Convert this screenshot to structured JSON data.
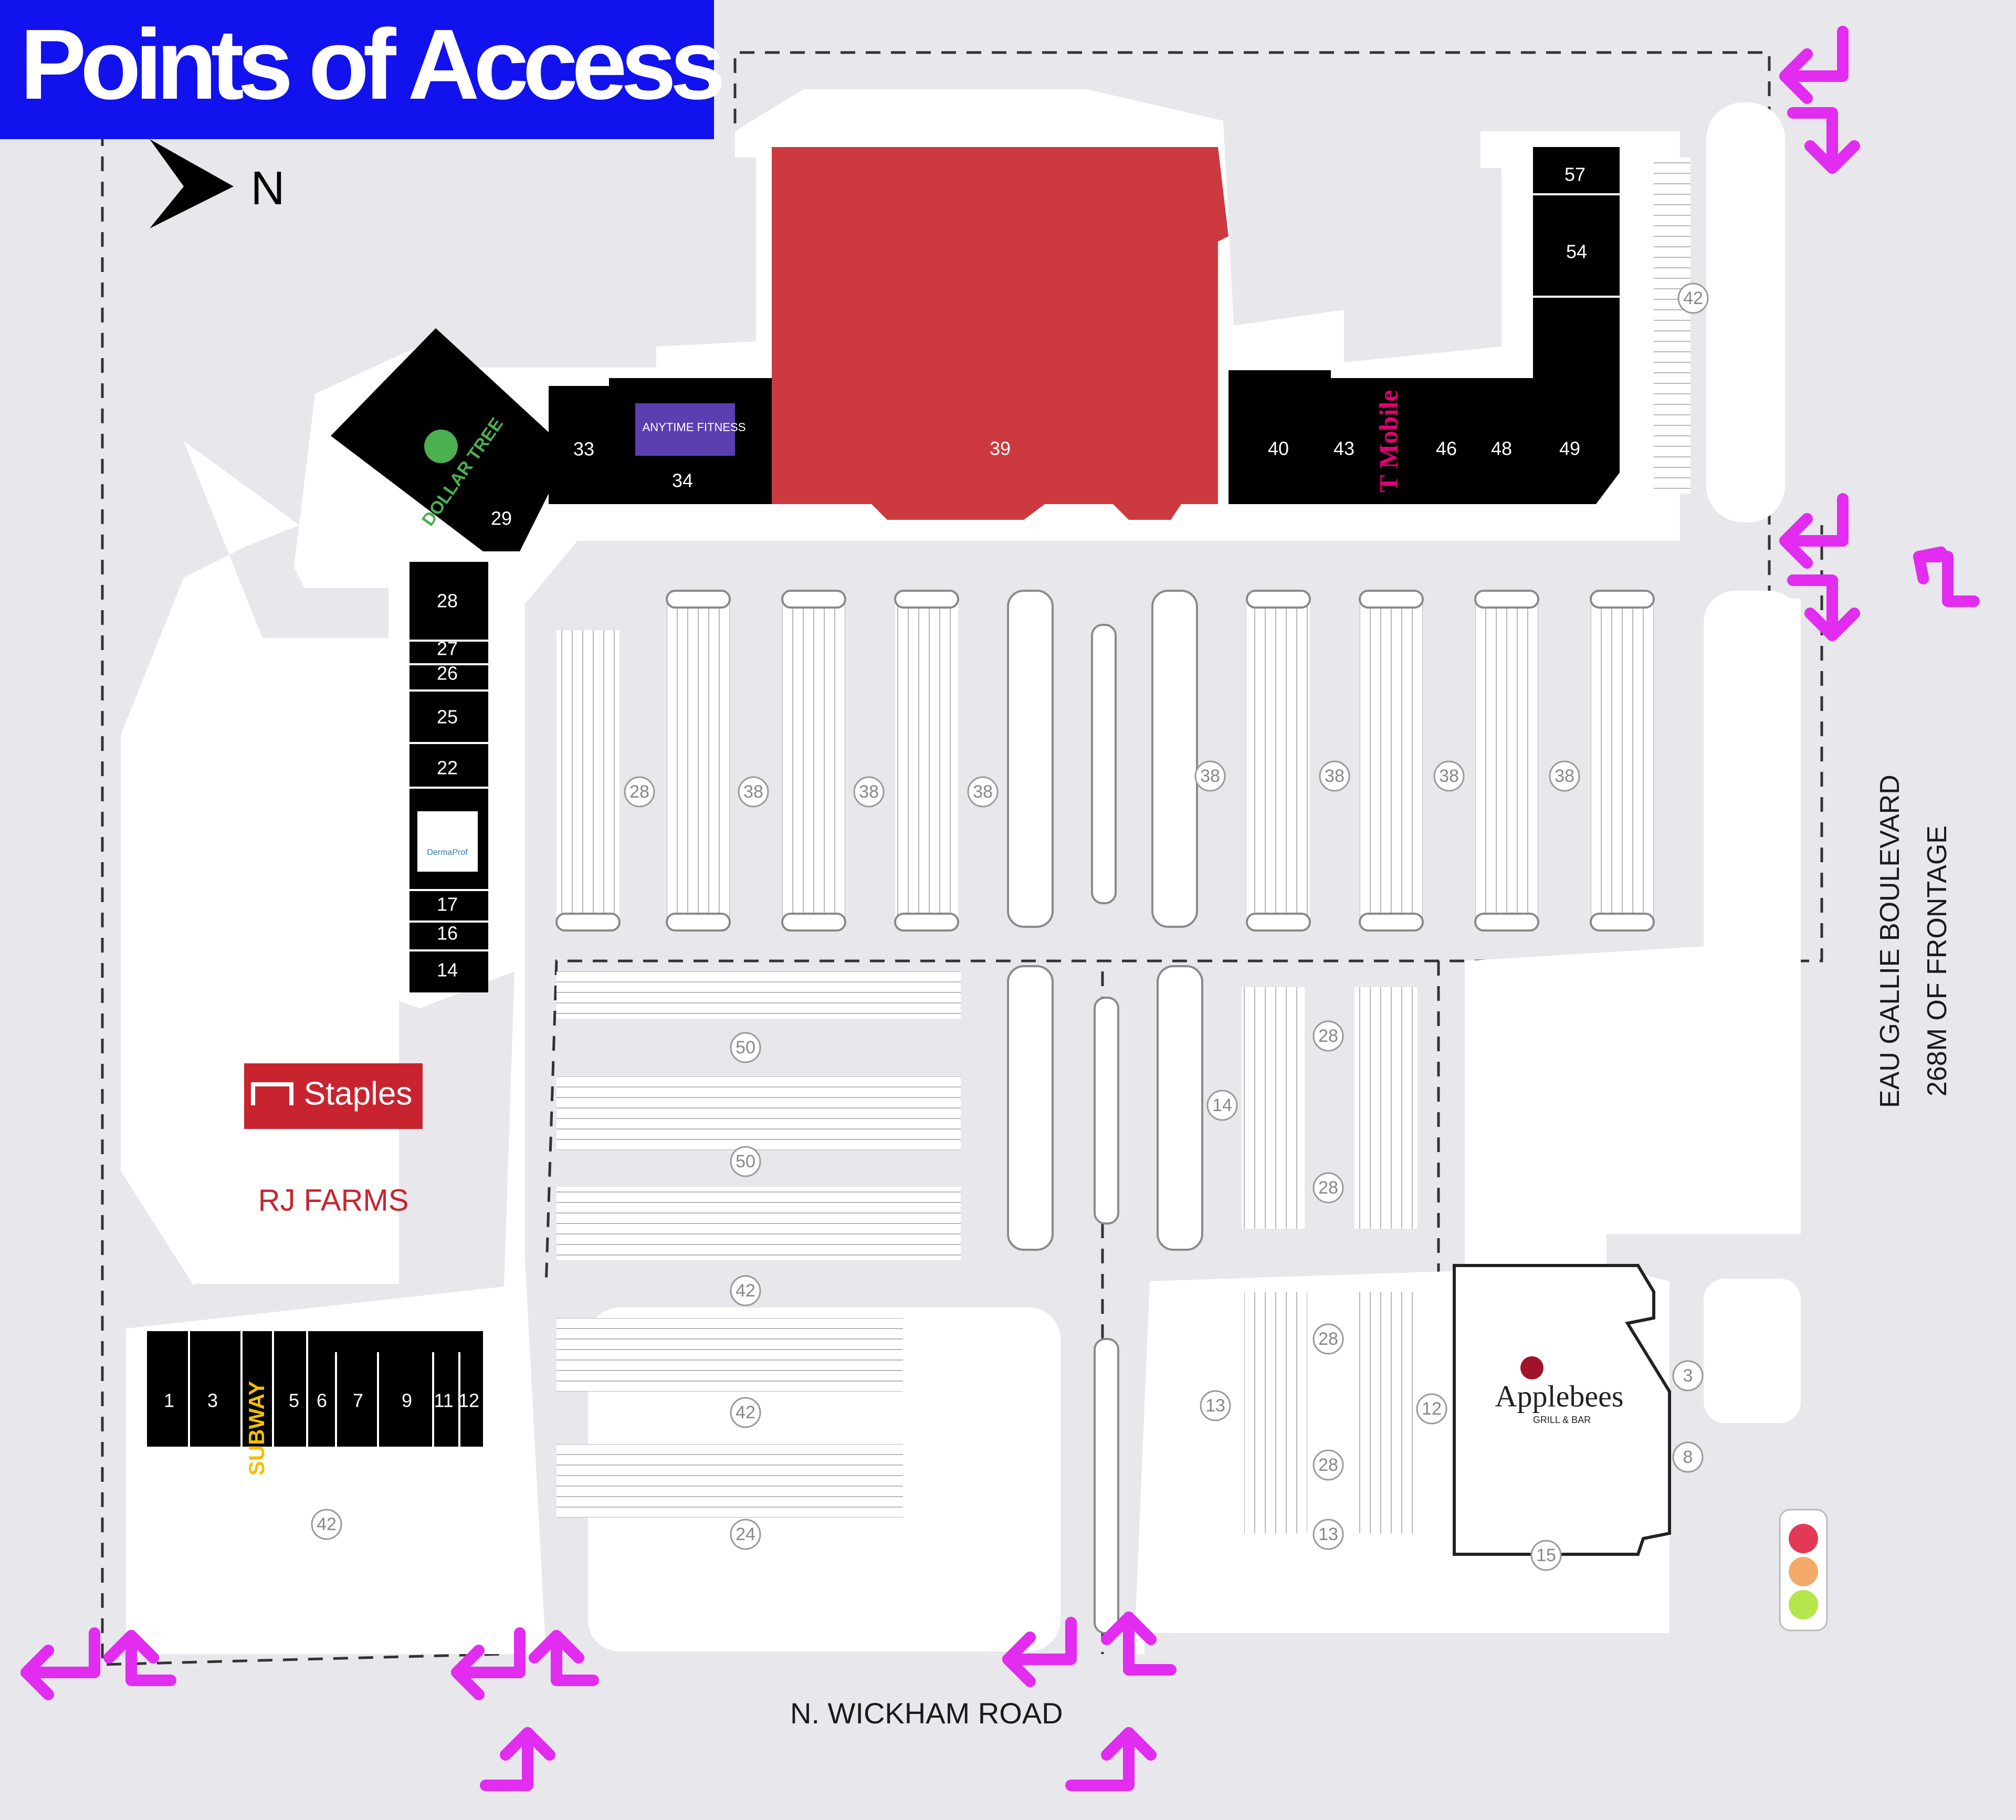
{
  "title": "Points of Access",
  "north": {
    "label": "N"
  },
  "roads": {
    "south": "N. WICKHAM ROAD",
    "east_name": "EAU GALLIE BOULEVARD",
    "east_frontage": "268M OF FRONTAGE"
  },
  "anchor": {
    "unit": "39",
    "color": "#cc3a3f"
  },
  "units": [
    "1",
    "3",
    "5",
    "6",
    "7",
    "9",
    "11",
    "12",
    "14",
    "16",
    "17",
    "22",
    "25",
    "26",
    "27",
    "28",
    "29",
    "33",
    "34",
    "40",
    "43",
    "46",
    "48",
    "49",
    "54",
    "57",
    "39"
  ],
  "parking_counts": [
    "42",
    "28",
    "38",
    "38",
    "38",
    "38",
    "38",
    "38",
    "38",
    "50",
    "50",
    "42",
    "42",
    "24",
    "14",
    "28",
    "28",
    "28",
    "28",
    "13",
    "12",
    "13",
    "15",
    "3",
    "8",
    "42"
  ],
  "tenants": {
    "staples": "Staples",
    "rj_farms": "RJ FARMS",
    "subway": "SUBWAY",
    "dollar_tree": "DOLLAR TREE",
    "anytime_fitness": "ANYTIME FITNESS",
    "tmobile": "T Mobile",
    "applebees": "Applebees",
    "applebees_sub": "GRILL & BAR",
    "dermaprof": "DermaProf"
  },
  "colors": {
    "access_arrow": "#e22cf0",
    "tenant": "#000000",
    "lot": "#ffffff",
    "background": "#e8e7ec",
    "staples": "#c8242f",
    "fitness": "#5b3fb0"
  }
}
